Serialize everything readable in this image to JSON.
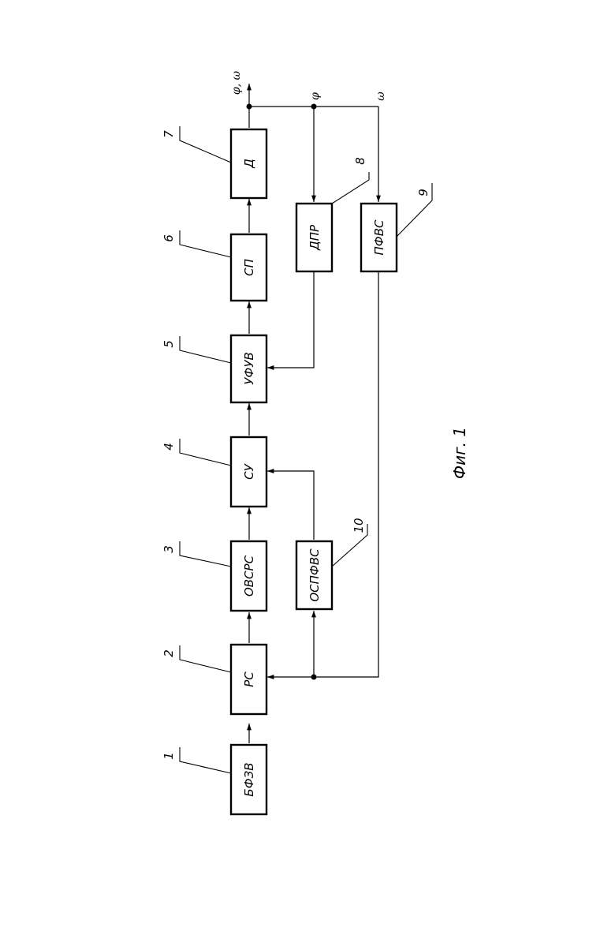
{
  "blocks": {
    "b1": "БФЗВ",
    "b2": "РС",
    "b3": "ОВСРС",
    "b4": "СУ",
    "b5": "УФУВ",
    "b6": "СП",
    "b7": "Д",
    "b8": "ДПР",
    "b9": "ПФВС",
    "b10": "ОСПФВС"
  },
  "numbers": {
    "n1": "1",
    "n2": "2",
    "n3": "3",
    "n4": "4",
    "n5": "5",
    "n6": "6",
    "n7": "7",
    "n8": "8",
    "n9": "9",
    "n10": "10"
  },
  "signals": {
    "output": "φ, ω",
    "phi": "φ",
    "omega": "ω"
  },
  "caption": "Фиг. 1"
}
